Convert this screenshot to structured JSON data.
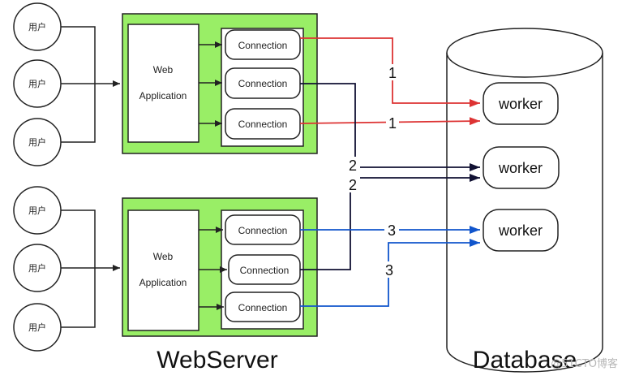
{
  "user_label": "用户",
  "web_label_line1": "Web",
  "web_label_line2": "Application",
  "connection_label": "Connection",
  "worker_label": "worker",
  "captions": {
    "webserver": "WebServer",
    "database": "Database"
  },
  "route_numbers": {
    "one": "1",
    "two": "2",
    "three": "3"
  },
  "watermark": "@51CTO博客",
  "colors": {
    "server_fill": "#99ee66",
    "route_1": "#dd3333",
    "route_2": "#111133",
    "route_3": "#1155cc",
    "line": "#222222"
  }
}
